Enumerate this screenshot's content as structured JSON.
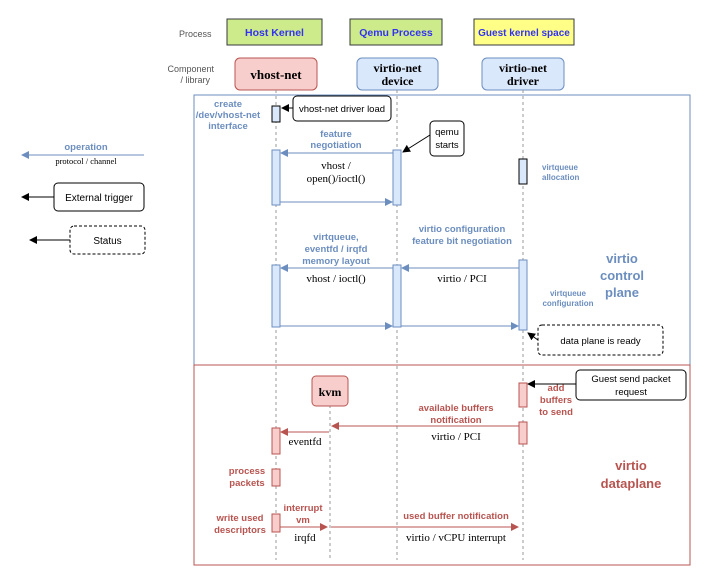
{
  "header": {
    "process_label": "Process",
    "component_label_line1": "Component",
    "component_label_line2": "/ library",
    "process_host": "Host Kernel",
    "process_qemu": "Qemu Process",
    "process_guest": "Guest kernel space"
  },
  "components": {
    "vhost_net": "vhost-net",
    "virtio_device_line1": "virtio-net",
    "virtio_device_line2": "device",
    "virtio_driver_line1": "virtio-net",
    "virtio_driver_line2": "driver",
    "kvm": "kvm"
  },
  "legend": {
    "operation": "operation",
    "protocol": "protocol / channel",
    "external_trigger": "External trigger",
    "status": "Status"
  },
  "control": {
    "create_line1": "create",
    "create_line2": "/dev/vhost-net",
    "create_line3": "interface",
    "driver_load": "vhost-net driver load",
    "feature_line1": "feature",
    "feature_line2": "negotiation",
    "qemu_starts_line1": "qemu",
    "qemu_starts_line2": "starts",
    "vhost_open_line1": "vhost /",
    "vhost_open_line2": "open()/ioctl()",
    "virtqueue_alloc_line1": "virtqueue",
    "virtqueue_alloc_line2": "allocation",
    "vq_layout_line1": "virtqueue,",
    "vq_layout_line2": "eventfd / irqfd",
    "vq_layout_line3": "memory layout",
    "virtio_config_line1": "virtio configuration",
    "virtio_config_line2": "feature bit negotiation",
    "vhost_ioctl": "vhost / ioctl()",
    "virtio_pci": "virtio / PCI",
    "vq_config_line1": "virtqueue",
    "vq_config_line2": "configuration",
    "data_plane_ready": "data plane is ready",
    "plane_line1": "virtio",
    "plane_line2": "control",
    "plane_line3": "plane"
  },
  "dataplane": {
    "guest_send_line1": "Guest send packet",
    "guest_send_line2": "request",
    "add_buffers_line1": "add",
    "add_buffers_line2": "buffers",
    "add_buffers_line3": "to send",
    "avail_notify_line1": "available buffers",
    "avail_notify_line2": "notification",
    "virtio_pci": "virtio / PCI",
    "eventfd": "eventfd",
    "process_packets_line1": "process",
    "process_packets_line2": "packets",
    "interrupt_vm_line1": "interrupt",
    "interrupt_vm_line2": "vm",
    "write_used_line1": "write used",
    "write_used_line2": "descriptors",
    "irqfd": "irqfd",
    "used_buffer": "used buffer notification",
    "vcpu_interrupt": "virtio / vCPU interrupt",
    "plane_line1": "virtio",
    "plane_line2": "dataplane"
  },
  "colors": {
    "blue_text": "#6c8ebf",
    "blue_fill": "#dae8fc",
    "red_text": "#b85450",
    "red_fill": "#f8cecc",
    "green_fill": "#d5e8d4",
    "green_header": "#cdeb8b",
    "yellow_header": "#ffff88"
  }
}
